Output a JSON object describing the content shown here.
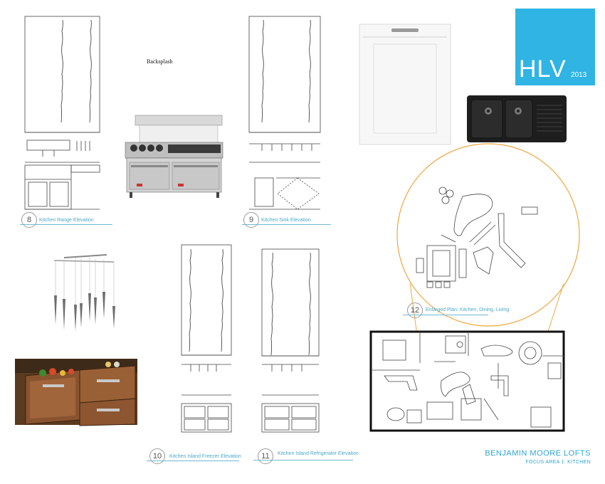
{
  "board": {
    "brand": {
      "main": "HLV",
      "year": "2013"
    },
    "project_title": "BENJAMIN MOORE LOFTS",
    "project_subtitle": "FOCUS AREA 1: KITCHEN",
    "annotation_backsplash": "Backsplash"
  },
  "elevations": [
    {
      "number": "8",
      "label": "Kitchen Range Elevation"
    },
    {
      "number": "9",
      "label": "Kitchen Sink Elevation"
    },
    {
      "number": "10",
      "label": "Kitchen Island Freezer Elevation"
    },
    {
      "number": "11",
      "label": "Kitchen Island Refrigerator Elevation"
    },
    {
      "number": "12",
      "label": "Enlarged Plan: Kitchen, Dining, Living"
    }
  ],
  "colors": {
    "brand_blue": "#2fb4e4",
    "label_blue": "#4aa8c8",
    "callout_orange": "#f0a640",
    "drawing_line": "#444444",
    "plan_wall": "#111111"
  },
  "product_images": [
    {
      "name": "range-photo-icon"
    },
    {
      "name": "panel-dishwasher-icon"
    },
    {
      "name": "double-sink-icon"
    },
    {
      "name": "pendant-light-icon"
    },
    {
      "name": "drawer-refrigerator-icon"
    }
  ]
}
